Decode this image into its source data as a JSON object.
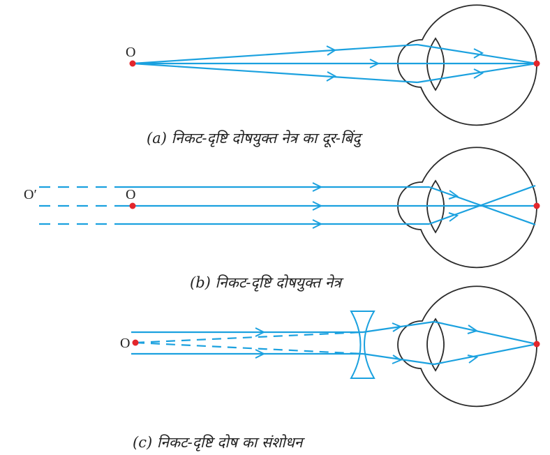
{
  "panels": [
    {
      "label": "O",
      "caption": "(a) निकट-दृष्टि दोषयुक्त नेत्र का दूर-बिंदु"
    },
    {
      "label": "O",
      "label_far": "O′",
      "caption": "(b) निकट-दृष्टि दोषयुक्त नेत्र"
    },
    {
      "label": "O",
      "caption": "(c) निकट-दृष्टि दोष का संशोधन"
    }
  ],
  "colors": {
    "ray": "#1ba1df",
    "point": "#e3262c",
    "outline": "#2a2a2a"
  }
}
